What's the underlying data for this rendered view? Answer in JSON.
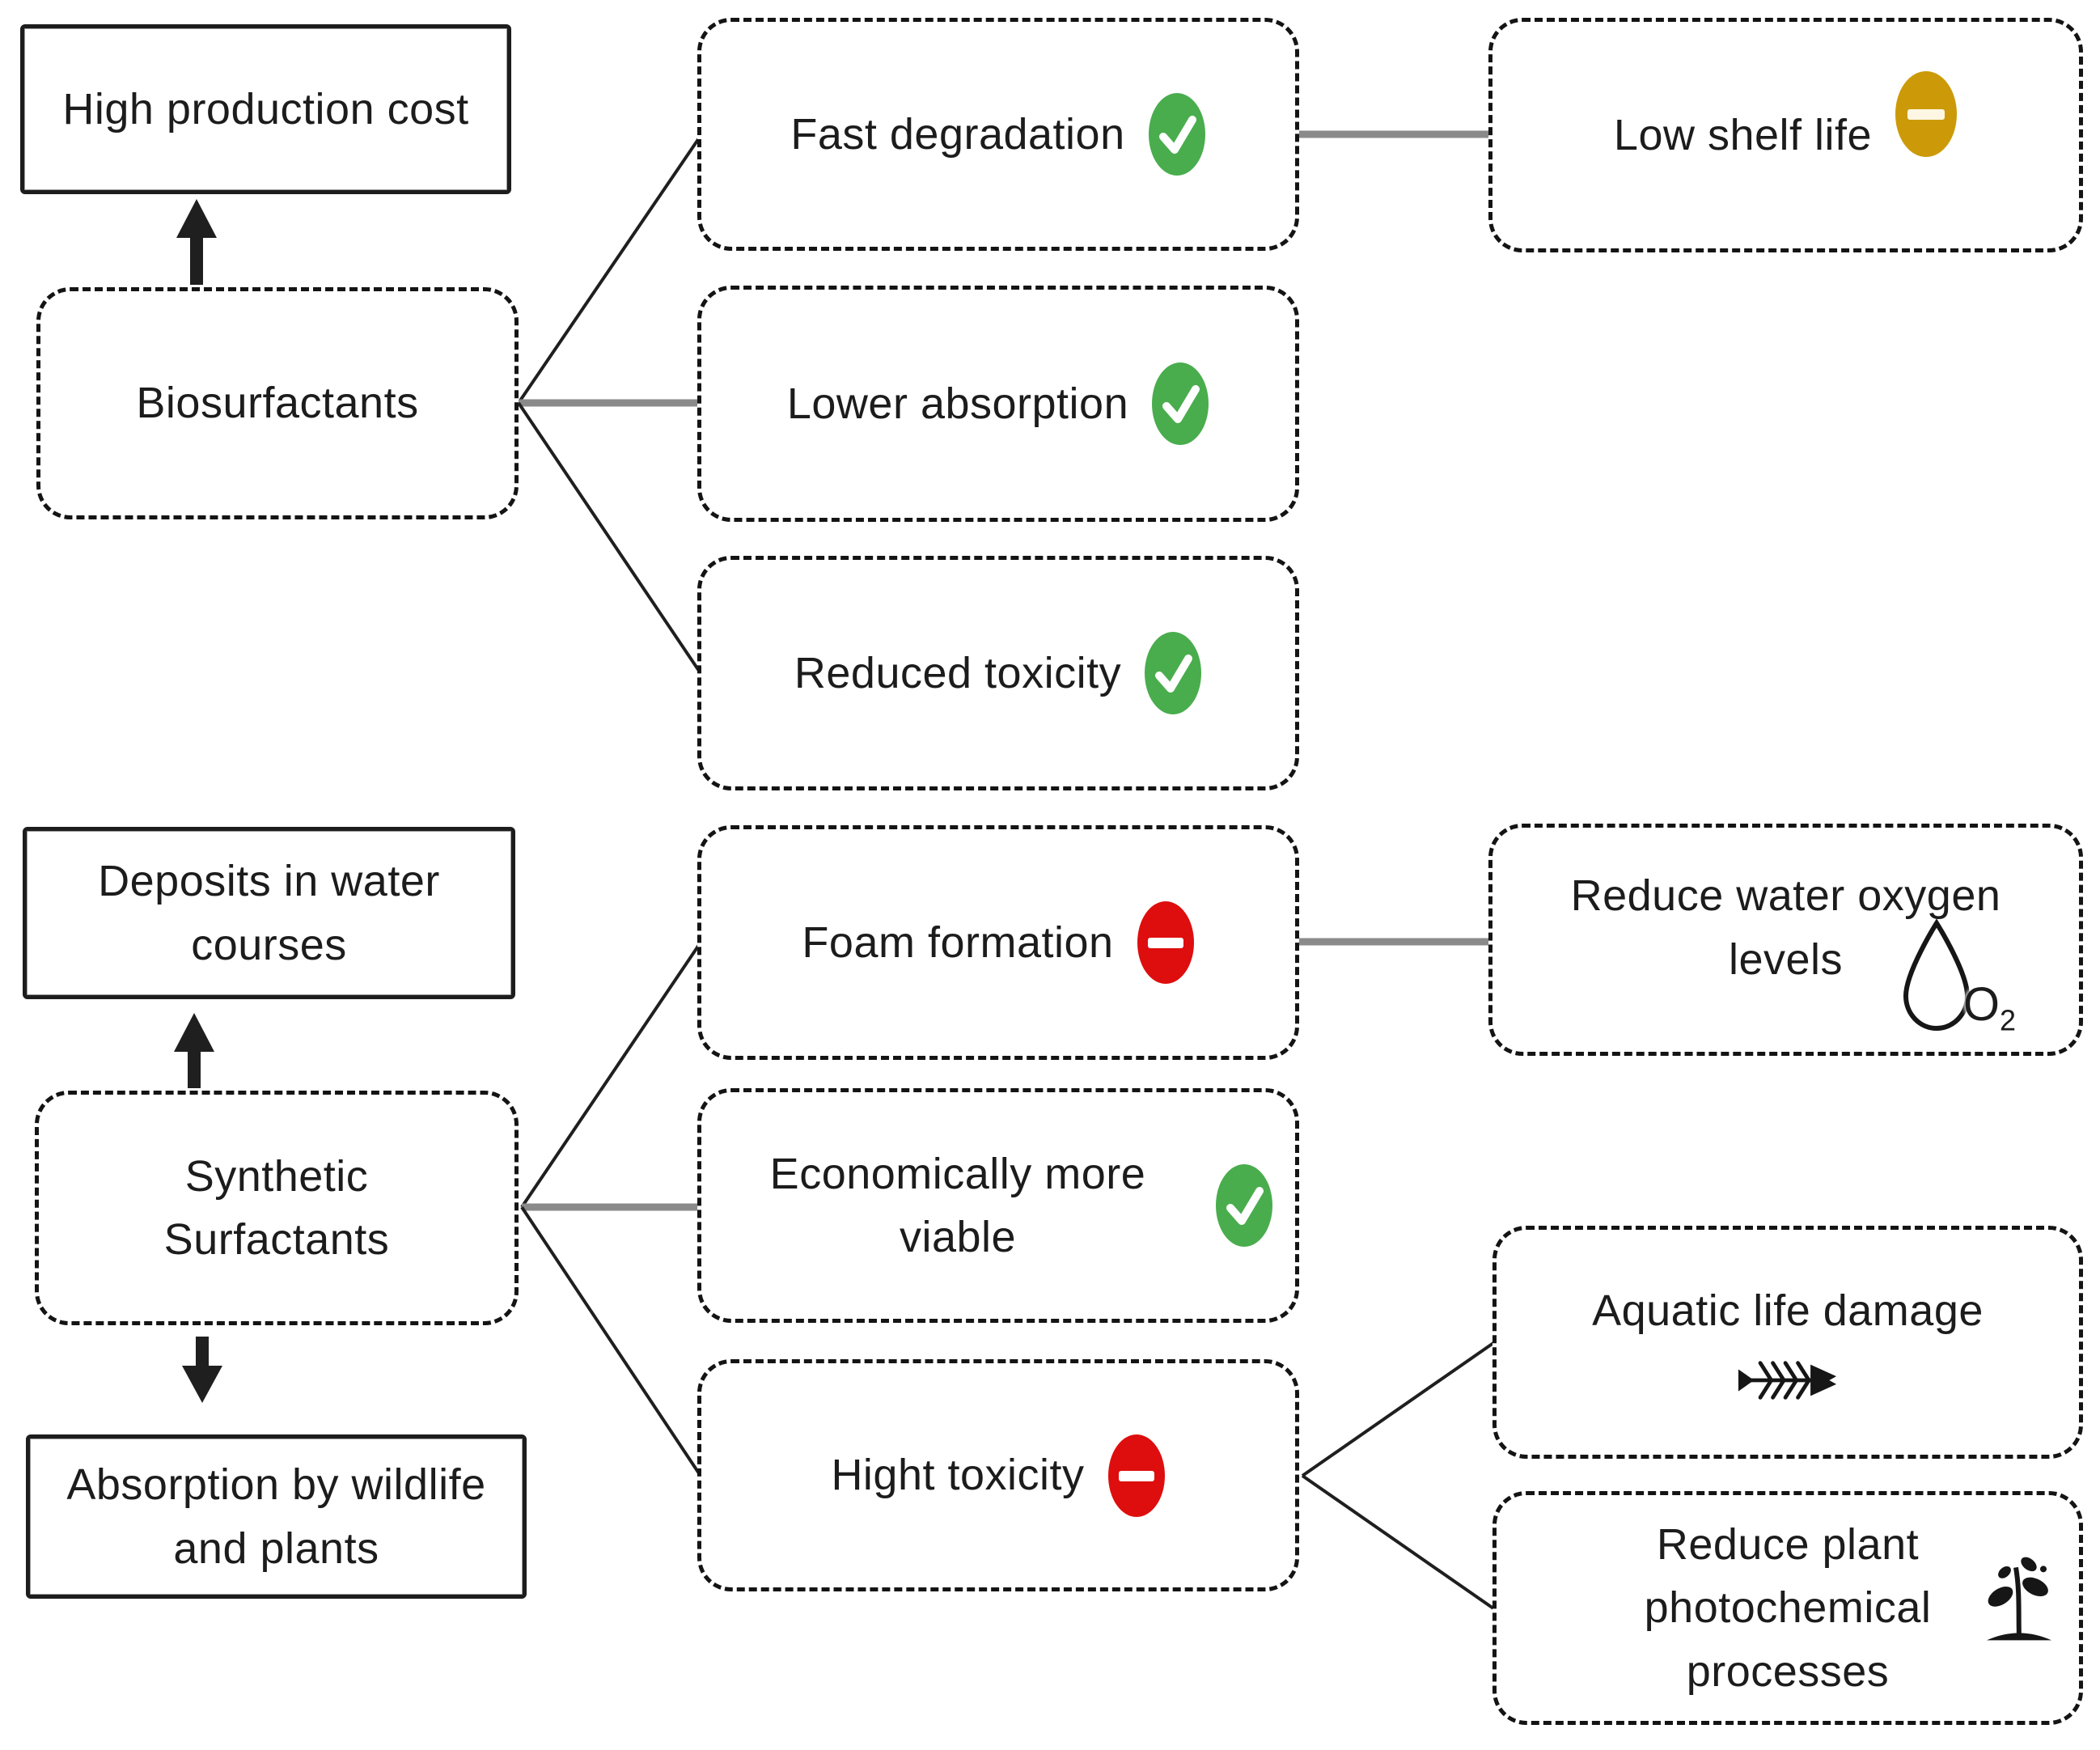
{
  "colors": {
    "positive_green": "#49ad4d",
    "caution_gold": "#cc9a08",
    "negative_red": "#de0e0e",
    "connector_gray": "#8a8a8a",
    "line_black": "#1f1f1f",
    "text_black": "#1c1c1c"
  },
  "left_column": {
    "high_production_cost": {
      "label": "High production cost",
      "shape": "solid-effect-box"
    },
    "biosurfactants": {
      "label": "Biosurfactants",
      "shape": "dashed-subject-box"
    },
    "deposits_in_water_courses": {
      "label": "Deposits in water courses",
      "shape": "solid-effect-box"
    },
    "synthetic_surfactants": {
      "label": "Synthetic Surfactants",
      "shape": "dashed-subject-box"
    },
    "absorption_by_wildlife_and_plants": {
      "label": "Absorption by wildlife and plants",
      "shape": "solid-effect-box"
    }
  },
  "middle_column": {
    "fast_degradation": {
      "label": "Fast degradation",
      "icon": "check-circle-icon",
      "status": "positive"
    },
    "lower_absorption": {
      "label": "Lower absorption",
      "icon": "check-circle-icon",
      "status": "positive"
    },
    "reduced_toxicity": {
      "label": "Reduced toxicity",
      "icon": "check-circle-icon",
      "status": "positive"
    },
    "foam_formation": {
      "label": "Foam formation",
      "icon": "minus-circle-red-icon",
      "status": "negative"
    },
    "economically_more_viable": {
      "label": "Economically more viable",
      "icon": "check-circle-icon",
      "status": "positive"
    },
    "hight_toxicity": {
      "label": "Hight toxicity",
      "icon": "minus-circle-red-icon",
      "status": "negative"
    }
  },
  "right_column": {
    "low_shelf_life": {
      "label": "Low shelf life",
      "icon": "minus-circle-gold-icon",
      "status": "caution"
    },
    "reduce_water_oxygen_levels": {
      "label": "Reduce water oxygen levels",
      "icon": "oxygen-droplet-icon",
      "icon_text": {
        "symbol": "O",
        "subscript": "2"
      }
    },
    "aquatic_life_damage": {
      "label": "Aquatic life damage",
      "icon": "fishbone-icon"
    },
    "reduce_plant_photochemical_processes": {
      "label": "Reduce plant photochemical processes",
      "icon": "seedling-icon"
    }
  }
}
